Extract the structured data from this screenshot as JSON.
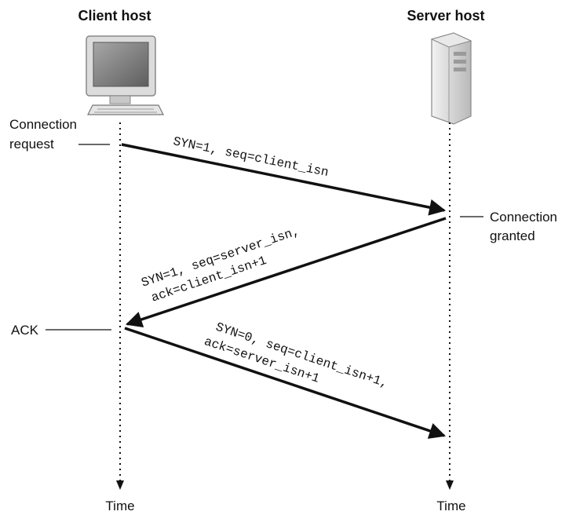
{
  "hosts": {
    "client": {
      "title": "Client host",
      "time_label": "Time"
    },
    "server": {
      "title": "Server host",
      "time_label": "Time"
    }
  },
  "events": {
    "connection_request": {
      "line1": "Connection",
      "line2": "request"
    },
    "connection_granted": {
      "line1": "Connection",
      "line2": "granted"
    },
    "ack": "ACK"
  },
  "messages": {
    "syn": {
      "line1": "SYN=1, seq=client_isn"
    },
    "synack": {
      "line1": "SYN=1, seq=server_isn,",
      "line2": "ack=client_isn+1"
    },
    "ack": {
      "line1": "SYN=0, seq=client_isn+1,",
      "line2": "ack=server_isn+1"
    }
  },
  "colors": {
    "ink": "#111111",
    "screen": "#888888",
    "case": "#cfcfcf"
  }
}
